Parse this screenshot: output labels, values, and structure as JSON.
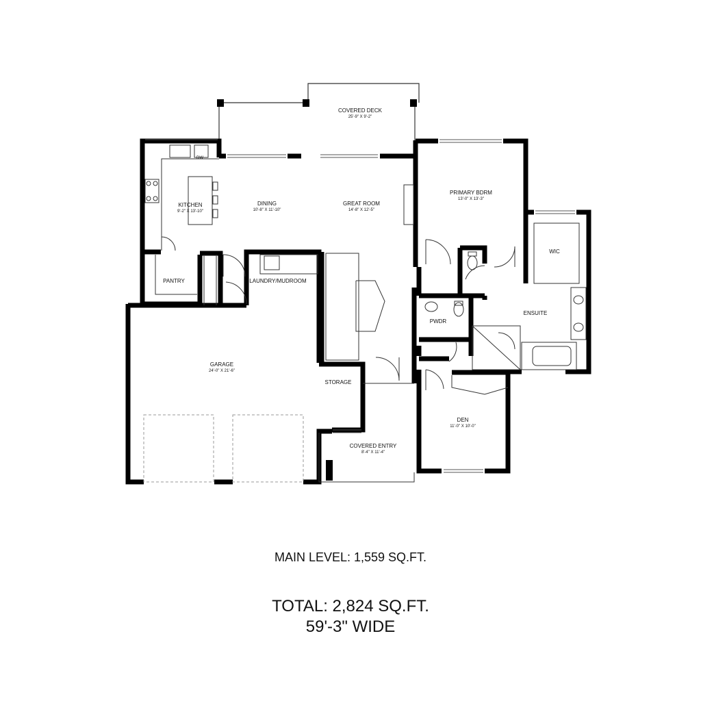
{
  "rooms": {
    "covered_deck": {
      "name": "COVERED DECK",
      "dims": "25'-9\" X 9'-2\""
    },
    "primary_bdrm": {
      "name": "PRIMARY BDRM",
      "dims": "13'-0\" X 13'-3\""
    },
    "kitchen": {
      "name": "KITCHEN",
      "dims": "9'-2\" X 13'-10\""
    },
    "dining": {
      "name": "DINING",
      "dims": "10'-8\" X 11'-10\""
    },
    "great_room": {
      "name": "GREAT ROOM",
      "dims": "14'-8\" X 12'-5\""
    },
    "wic": {
      "name": "WIC"
    },
    "pantry": {
      "name": "PANTRY"
    },
    "laundry": {
      "name": "LAUNDRY/MUDROOM"
    },
    "ensuite": {
      "name": "ENSUITE"
    },
    "pwdr": {
      "name": "PWDR"
    },
    "garage": {
      "name": "GARAGE",
      "dims": "24'-0\" X 21'-6\""
    },
    "storage": {
      "name": "STORAGE"
    },
    "den": {
      "name": "DEN",
      "dims": "11'-0\" X 10'-0\""
    },
    "covered_entry": {
      "name": "COVERED ENTRY",
      "dims": "8'-4\" X 11'-4\""
    }
  },
  "fixtures": {
    "dishwasher": "DW"
  },
  "summary": {
    "main_level": "MAIN LEVEL: 1,559 SQ.FT.",
    "total": "TOTAL: 2,824 SQ.FT.",
    "width": "59'-3\" WIDE"
  },
  "colors": {
    "wall": "#000000",
    "background": "#ffffff",
    "thin_line": "#333333",
    "dashed_line": "#999999"
  }
}
